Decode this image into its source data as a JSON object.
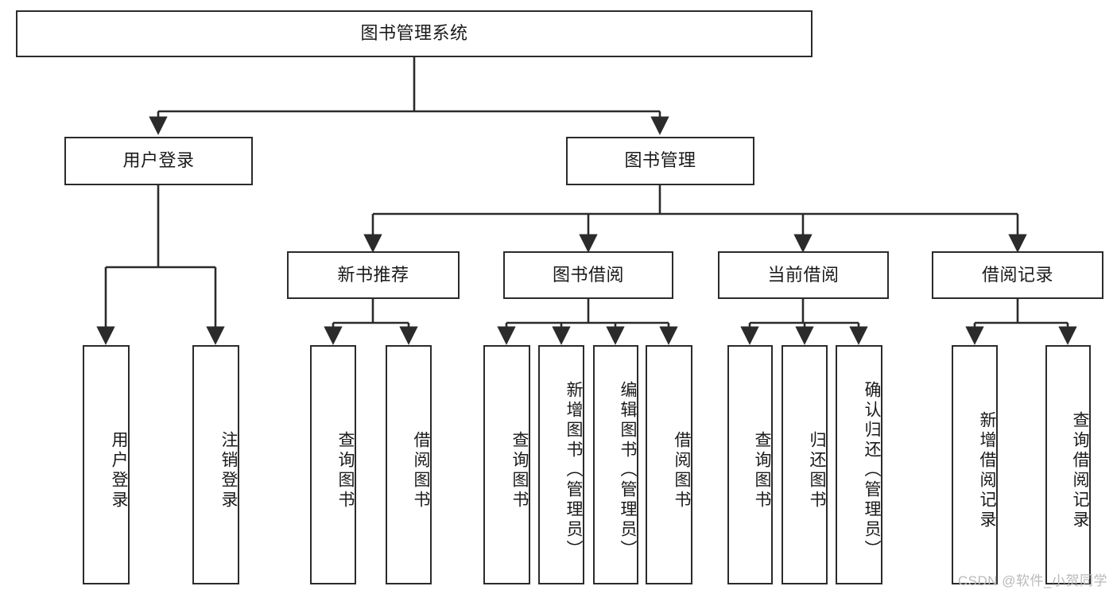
{
  "diagram": {
    "title": "图书管理系统",
    "type": "tree",
    "colors": {
      "box_border": "#2b2b2b",
      "box_fill": "#ffffff",
      "text": "#1a1a1a",
      "edge": "#2b2b2b",
      "watermark": "#b9b9b9"
    },
    "root": {
      "id": "root",
      "label": "图书管理系统",
      "orientation": "horizontal"
    },
    "level2": [
      {
        "id": "user-login",
        "label": "用户登录",
        "orientation": "horizontal"
      },
      {
        "id": "book-manage",
        "label": "图书管理",
        "orientation": "horizontal"
      }
    ],
    "level3": [
      {
        "id": "new-book-recommend",
        "label": "新书推荐",
        "orientation": "horizontal",
        "parent": "book-manage"
      },
      {
        "id": "book-borrow",
        "label": "图书借阅",
        "orientation": "horizontal",
        "parent": "book-manage"
      },
      {
        "id": "current-borrow",
        "label": "当前借阅",
        "orientation": "horizontal",
        "parent": "book-manage"
      },
      {
        "id": "borrow-record",
        "label": "借阅记录",
        "orientation": "horizontal",
        "parent": "book-manage"
      }
    ],
    "leaves": [
      {
        "id": "leaf-user-login",
        "label": "用户登录",
        "parent": "user-login"
      },
      {
        "id": "leaf-logout-login",
        "label": "注销登录",
        "parent": "user-login"
      },
      {
        "id": "leaf-query-book-1",
        "label": "查询图书",
        "parent": "new-book-recommend"
      },
      {
        "id": "leaf-borrow-book-1",
        "label": "借阅图书",
        "parent": "new-book-recommend"
      },
      {
        "id": "leaf-query-book-2",
        "label": "查询图书",
        "parent": "book-borrow"
      },
      {
        "id": "leaf-add-book",
        "label": "新增图书（管理员）",
        "parent": "book-borrow"
      },
      {
        "id": "leaf-edit-book",
        "label": "编辑图书（管理员）",
        "parent": "book-borrow"
      },
      {
        "id": "leaf-borrow-book-2",
        "label": "借阅图书",
        "parent": "book-borrow"
      },
      {
        "id": "leaf-query-book-3",
        "label": "查询图书",
        "parent": "current-borrow"
      },
      {
        "id": "leaf-return-book",
        "label": "归还图书",
        "parent": "current-borrow"
      },
      {
        "id": "leaf-confirm-return",
        "label": "确认归还（管理员）",
        "parent": "current-borrow"
      },
      {
        "id": "leaf-add-record",
        "label": "新增借阅记录",
        "parent": "borrow-record"
      },
      {
        "id": "leaf-query-record",
        "label": "查询借阅记录",
        "parent": "borrow-record"
      }
    ],
    "watermark": "CSDN @软件_小贺同学"
  }
}
